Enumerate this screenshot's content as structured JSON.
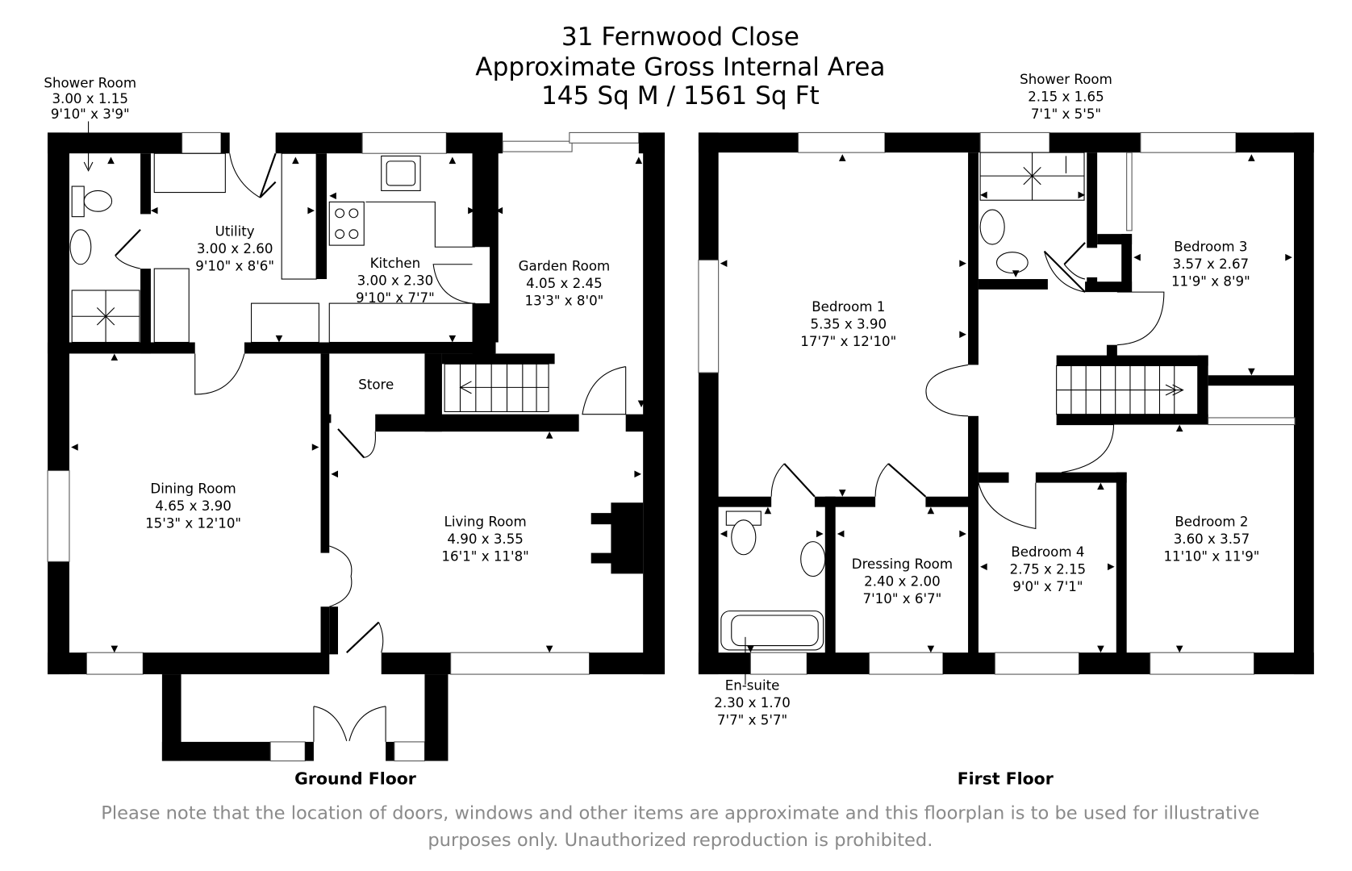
{
  "header": {
    "address": "31 Fernwood Close",
    "area_label": "Approximate Gross Internal Area",
    "area_value": "145 Sq M / 1561 Sq Ft"
  },
  "floors": {
    "ground": {
      "label": "Ground Floor",
      "rooms": {
        "shower_room": {
          "name": "Shower Room",
          "metric": "3.00 x 1.15",
          "imperial": "9'10\" x 3'9\""
        },
        "utility": {
          "name": "Utility",
          "metric": "3.00 x 2.60",
          "imperial": "9'10\" x 8'6\""
        },
        "kitchen": {
          "name": "Kitchen",
          "metric": "3.00 x 2.30",
          "imperial": "9'10\" x 7'7\""
        },
        "garden_room": {
          "name": "Garden Room",
          "metric": "4.05 x 2.45",
          "imperial": "13'3\" x 8'0\""
        },
        "store": {
          "name": "Store"
        },
        "dining_room": {
          "name": "Dining Room",
          "metric": "4.65 x 3.90",
          "imperial": "15'3\" x 12'10\""
        },
        "living_room": {
          "name": "Living Room",
          "metric": "4.90 x 3.55",
          "imperial": "16'1\" x 11'8\""
        }
      }
    },
    "first": {
      "label": "First Floor",
      "rooms": {
        "shower_room": {
          "name": "Shower Room",
          "metric": "2.15 x 1.65",
          "imperial": "7'1\" x 5'5\""
        },
        "bedroom_1": {
          "name": "Bedroom 1",
          "metric": "5.35 x 3.90",
          "imperial": "17'7\" x 12'10\""
        },
        "bedroom_2": {
          "name": "Bedroom 2",
          "metric": "3.60 x 3.57",
          "imperial": "11'10\" x 11'9\""
        },
        "bedroom_3": {
          "name": "Bedroom 3",
          "metric": "3.57 x 2.67",
          "imperial": "11'9\" x 8'9\""
        },
        "bedroom_4": {
          "name": "Bedroom 4",
          "metric": "2.75 x 2.15",
          "imperial": "9'0\" x 7'1\""
        },
        "dressing_room": {
          "name": "Dressing Room",
          "metric": "2.40 x 2.00",
          "imperial": "7'10\" x 6'7\""
        },
        "en_suite": {
          "name": "En-suite",
          "metric": "2.30 x 1.70",
          "imperial": "7'7\" x 5'7\""
        }
      }
    }
  },
  "disclaimer": {
    "line1": "Please note that the location of doors, windows and other items are approximate and this floorplan is to be used for illustrative",
    "line2": "purposes only. Unauthorized reproduction is prohibited."
  },
  "colors": {
    "wall": "#000000",
    "background": "#ffffff",
    "disclaimer_text": "#8a8a8a"
  }
}
